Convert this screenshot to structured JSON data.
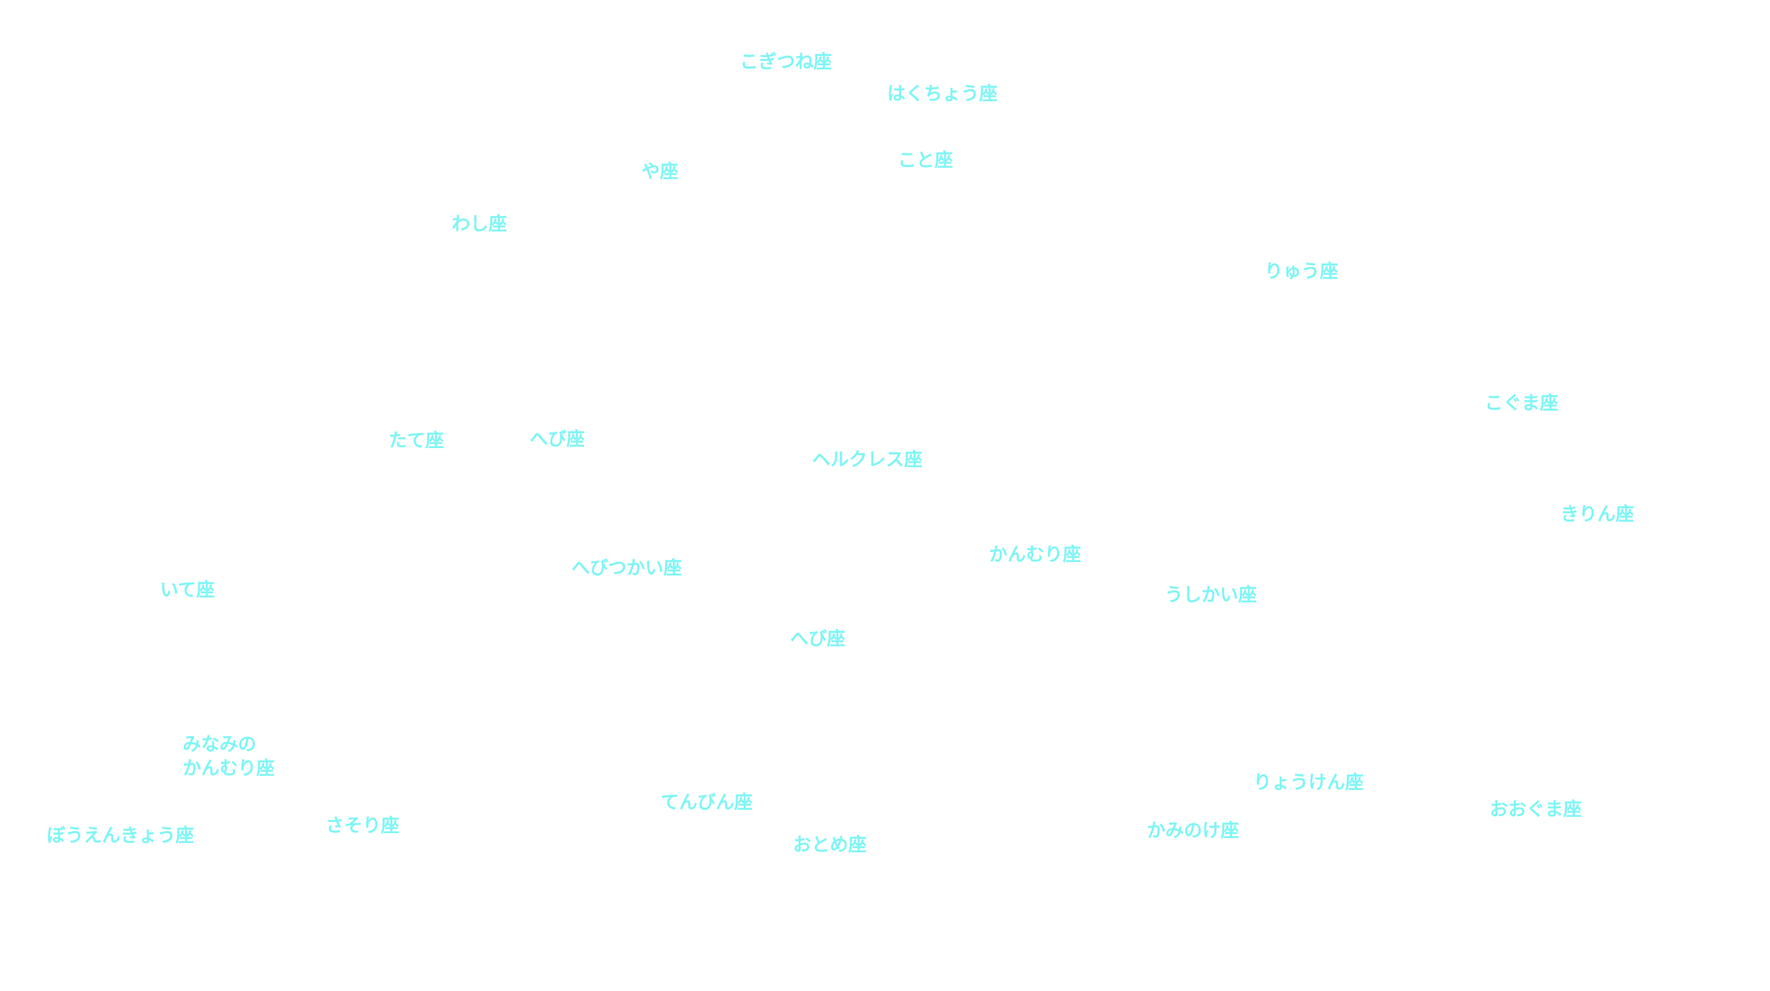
{
  "map": {
    "label_color": "#7ff5f5",
    "background_color": "#ffffff",
    "constellations": [
      "こぎつね座",
      "はくちょう座",
      "こと座",
      "や座",
      "わし座",
      "りゅう座",
      "こぐま座",
      "たて座",
      "へび座",
      "ヘルクレス座",
      "きりん座",
      "かんむり座",
      "へびつかい座",
      "いて座",
      "うしかい座",
      "へび座",
      "みなみの",
      "かんむり座",
      "りょうけん座",
      "てんびん座",
      "おおぐま座",
      "さそり座",
      "ぼうえんきょう座",
      "かみのけ座",
      "おとめ座"
    ]
  }
}
